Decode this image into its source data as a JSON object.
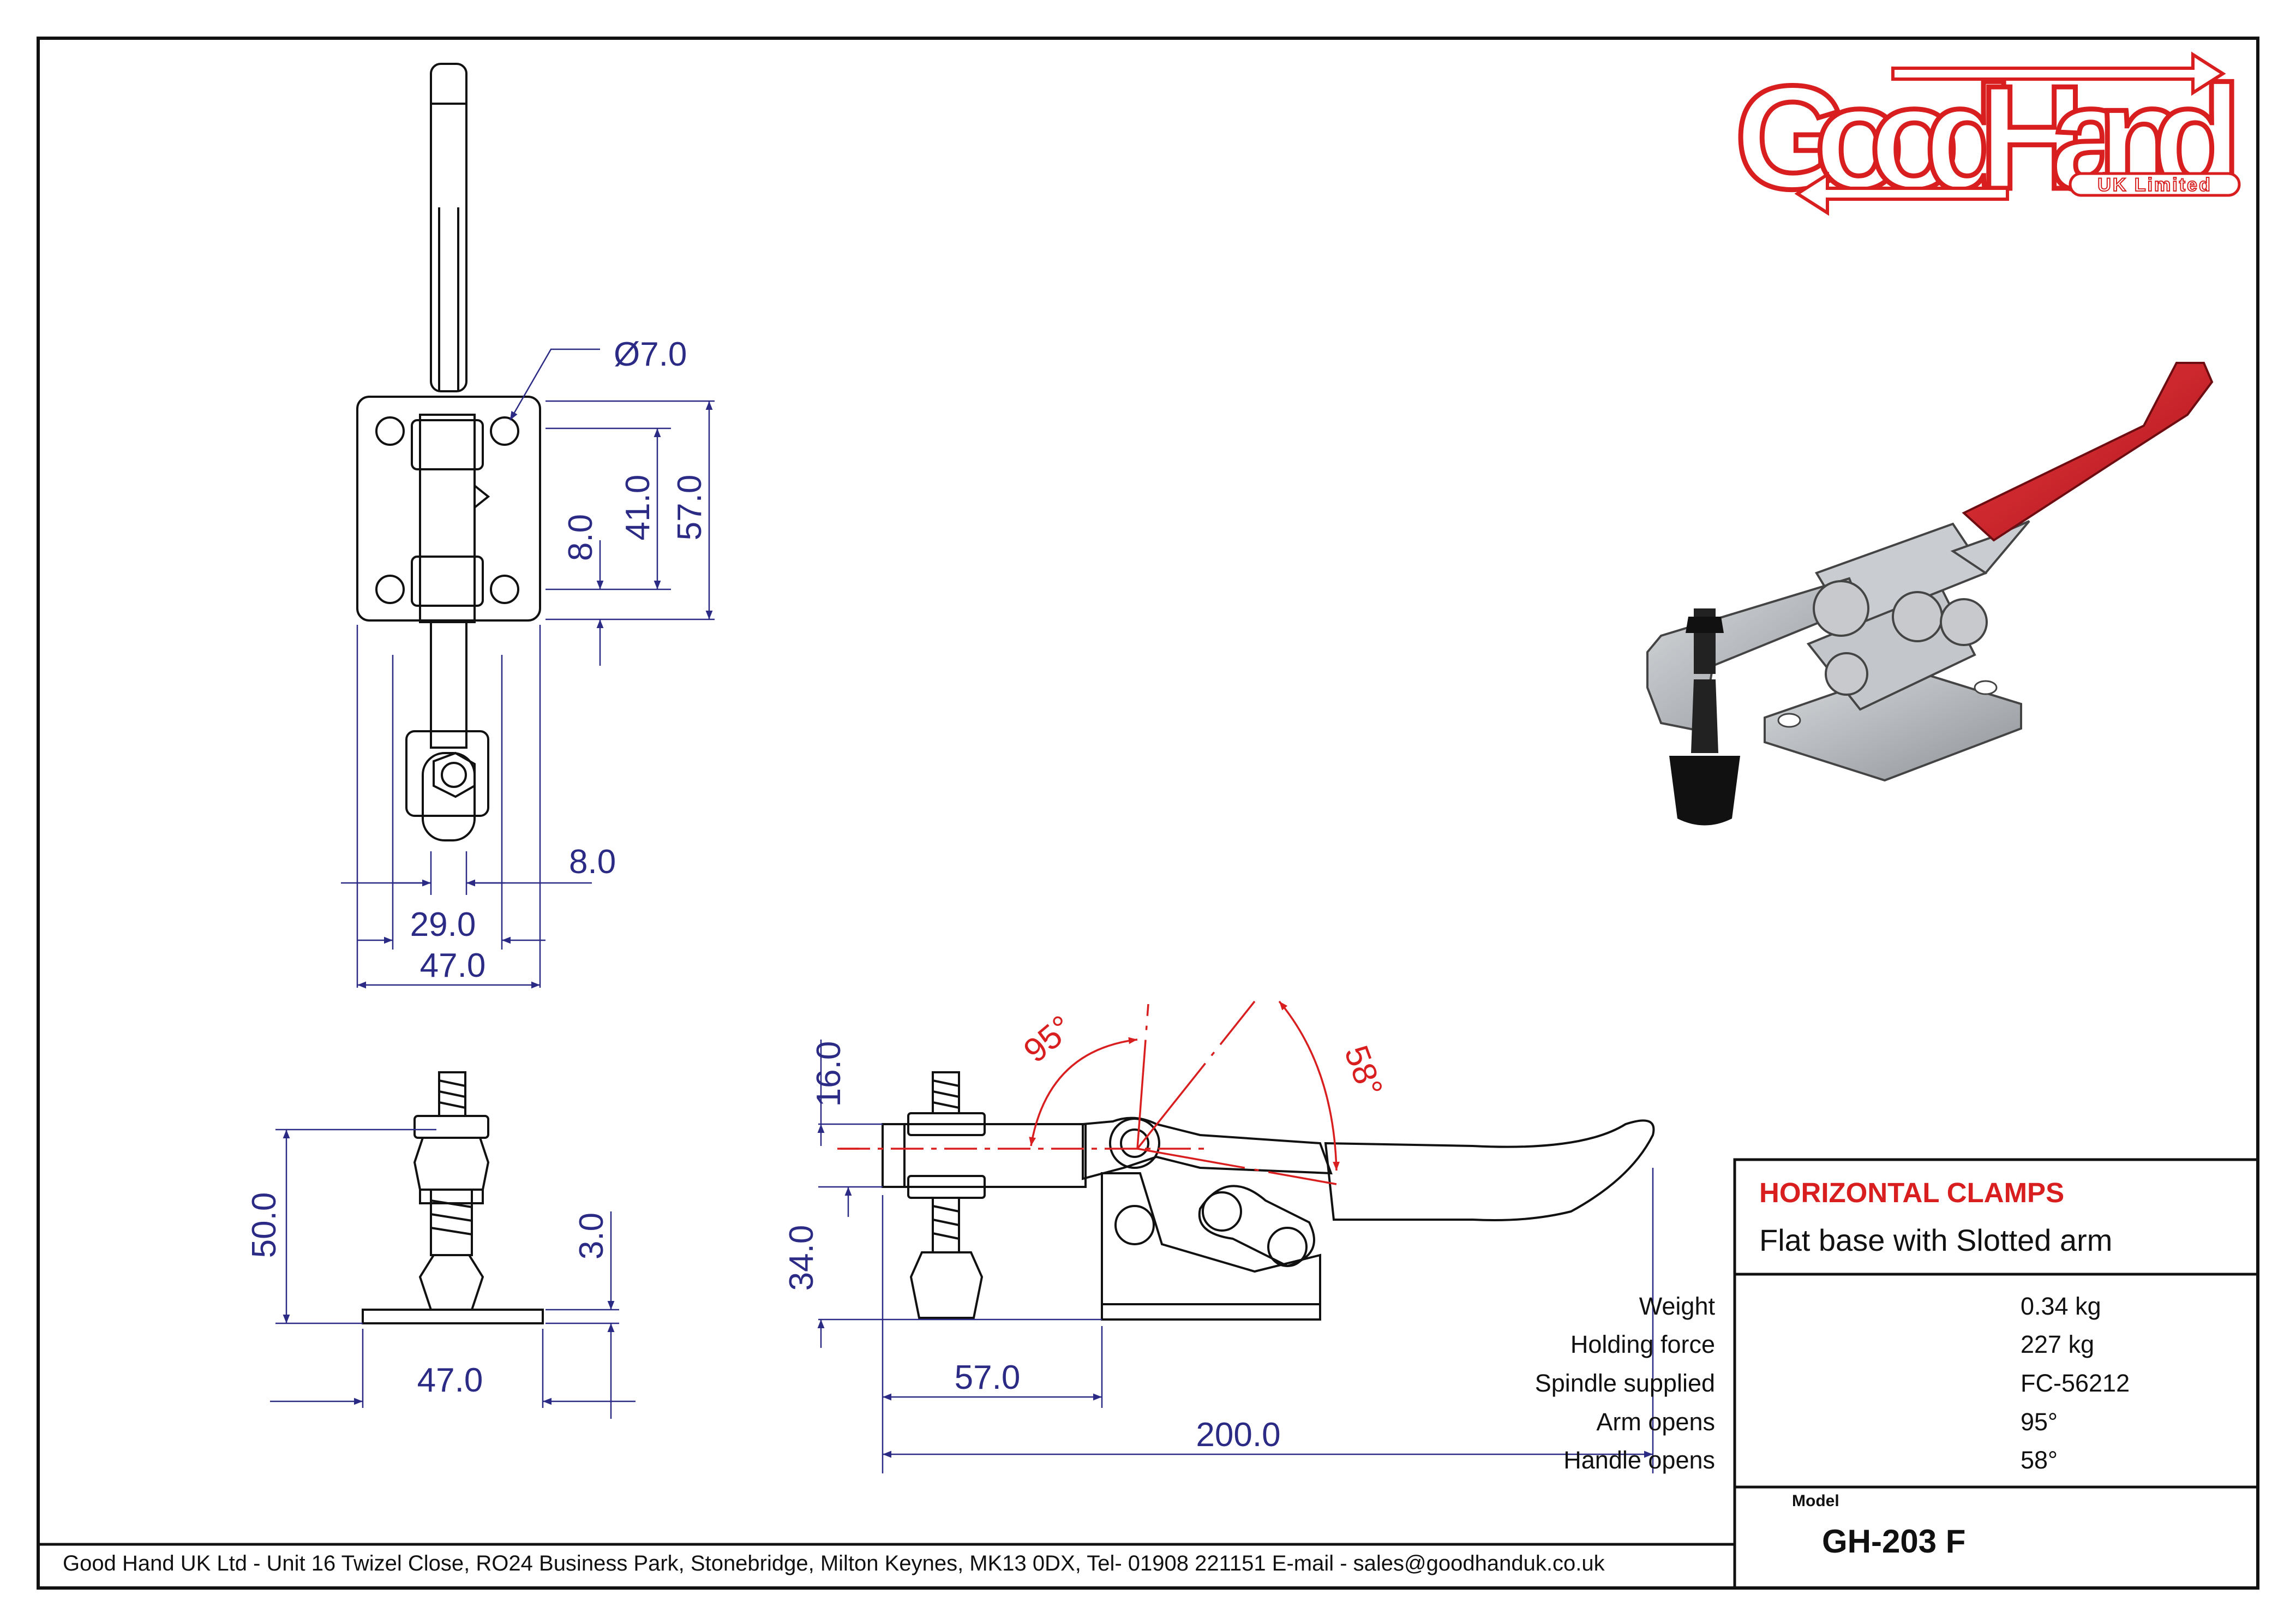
{
  "logo": {
    "word": "GoodHand",
    "tagline": "UK Limited"
  },
  "title_block": {
    "title": "HORIZONTAL CLAMPS",
    "subtitle": "Flat base with Slotted arm",
    "specs": [
      {
        "label": "Weight",
        "value": "0.34 kg"
      },
      {
        "label": "Holding force",
        "value": "227 kg"
      },
      {
        "label": "Spindle supplied",
        "value": "FC-56212"
      },
      {
        "label": "Arm opens",
        "value": "95°"
      },
      {
        "label": "Handle opens",
        "value": "58°"
      }
    ],
    "model_label": "Model",
    "model": "GH-203 F"
  },
  "footer": "Good Hand UK Ltd  - Unit 16 Twizel Close, RO24 Business Park, Stonebridge, Milton Keynes, MK13 0DX,  Tel- 01908 221151  E-mail - sales@goodhanduk.co.uk",
  "dimensions": {
    "top_view": {
      "hole_dia": "Ø7.0",
      "d57": "57.0",
      "d41": "41.0",
      "d8v": "8.0",
      "d8h": "8.0",
      "d29": "29.0",
      "d47": "47.0"
    },
    "end_view": {
      "d50": "50.0",
      "d3": "3.0",
      "d47": "47.0"
    },
    "side_view": {
      "d16": "16.0",
      "d34": "34.0",
      "d57": "57.0",
      "d200": "200.0",
      "a95": "95°",
      "a58": "58°"
    }
  },
  "colors": {
    "dimension": "#2b2b86",
    "accent_red": "#d81e1e",
    "line": "#111111",
    "handle_red": "#d4202a",
    "body_grey": "#b9bcc0"
  }
}
